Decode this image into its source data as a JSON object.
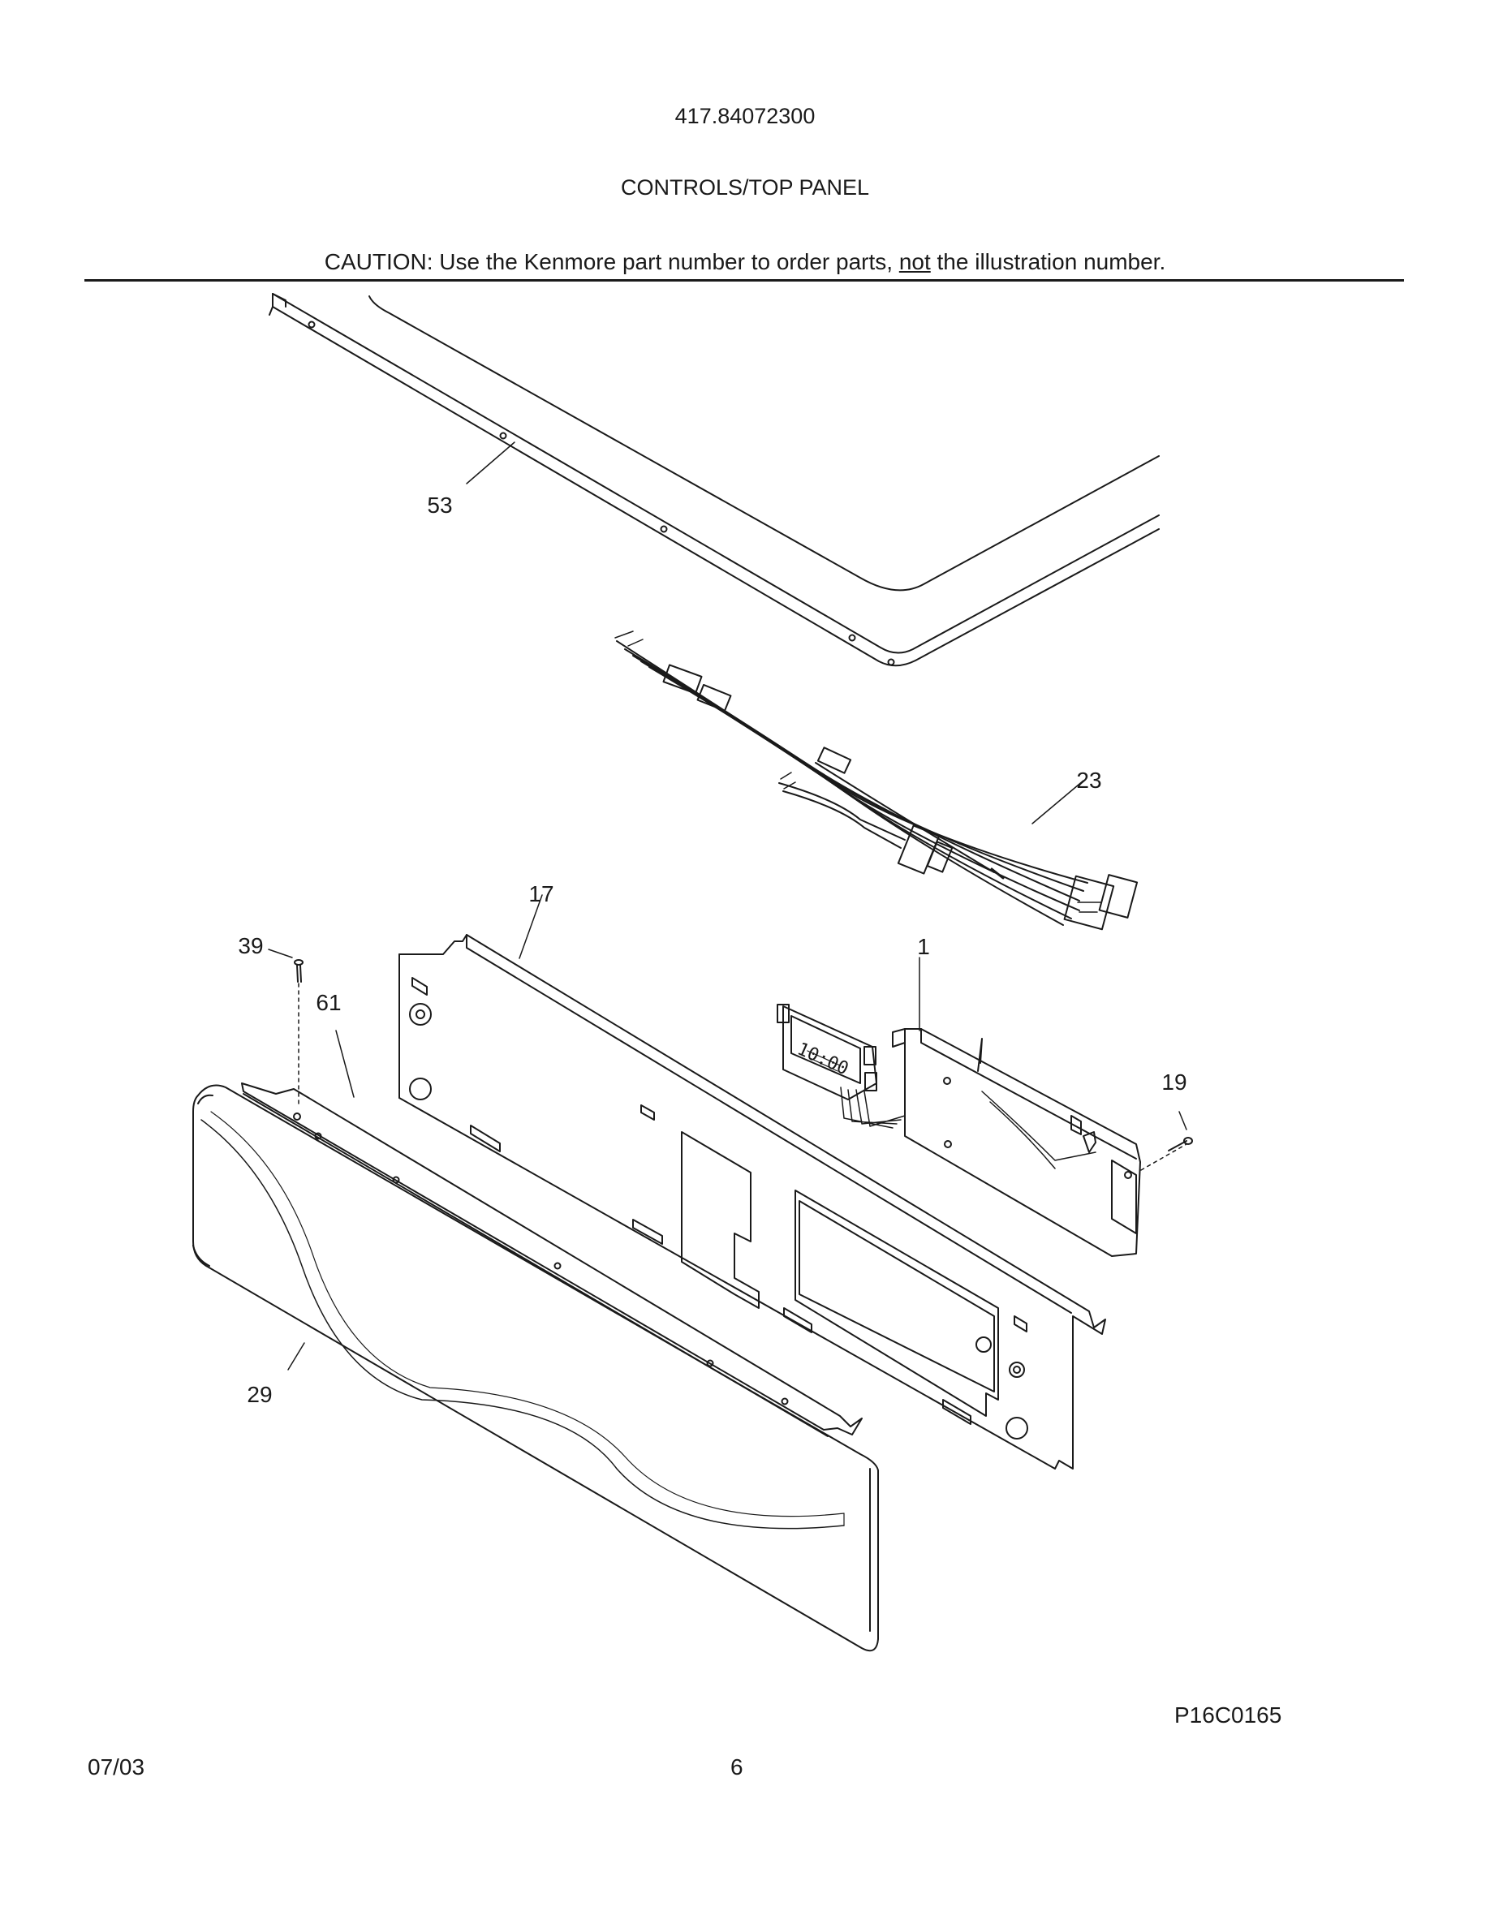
{
  "header": {
    "model_number": "417.84072300",
    "section_title": "CONTROLS/TOP PANEL",
    "caution_prefix": "CAUTION: Use the Kenmore part number to order parts, ",
    "caution_emphasis": "not",
    "caution_suffix": " the illustration number."
  },
  "callouts": {
    "c53": "53",
    "c23": "23",
    "c17": "17",
    "c39": "39",
    "c61": "61",
    "c1": "1",
    "c19": "19",
    "c29": "29"
  },
  "parts": {
    "clock_display": "10:00"
  },
  "footer": {
    "illustration_code": "P16C0165",
    "date": "07/03",
    "page_number": "6"
  }
}
